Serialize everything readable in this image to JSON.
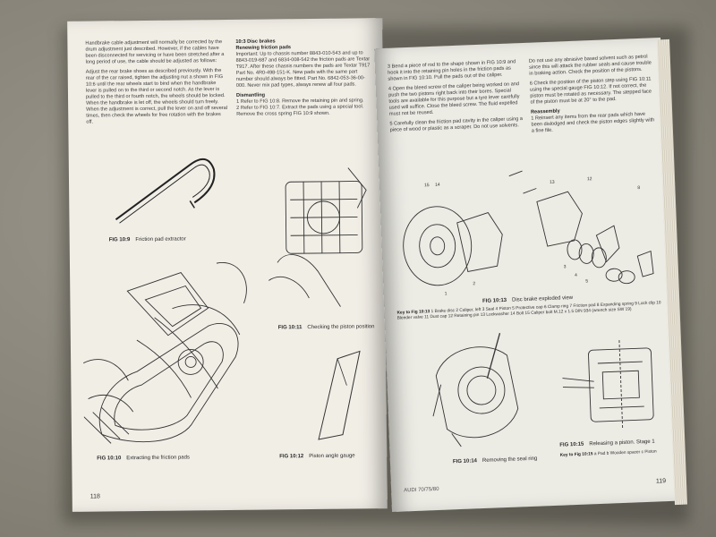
{
  "left_page": {
    "text_col1": [
      "Handbrake cable adjustment will normally be corrected by the drum adjustment just described. However, if the cables have been disconnected for servicing or have been stretched after a long period of use, the cable should be adjusted as follows:",
      "Adjust the rear brake shoes as described previously. With the rear of the car raised, tighten the adjusting nut a shown in FIG 10:6 until the rear wheels start to bind when the handbrake lever is pulled on to the third or second notch. As the lever is pulled to the third or fourth notch, the wheels should be locked. When the handbrake is let off, the wheels should turn freely. When the adjustment is correct, pull the lever on and off several times, then check the wheels for free rotation with the brakes off."
    ],
    "section_heading": "10:3 Disc brakes",
    "subheading1": "Renewing friction pads",
    "text_col2": "Important: Up to chassis number 8843-010-543 and up to 8843-019-687 and 6834-008-542 the friction pads are Textar T917. After these chassis numbers the pads are Textar T917 Part No. 4R0-498-151-K. New pads with the same part number should always be fitted. Part No. 6842-053-36-00-000. Never mix pad types, always renew all four pads.",
    "subheading2": "Dismantling",
    "steps": [
      "1 Refer to FIG 10:8. Remove the retaining pin and spring.",
      "2 Refer to FIG 10:7. Extract the pads using a special tool. Remove the cross spring FIG 10:9 shown."
    ],
    "fig_captions": {
      "fig9": {
        "num": "FIG 10:9",
        "text": "Friction pad extractor"
      },
      "fig10": {
        "num": "FIG 10:10",
        "text": "Extracting the friction pads"
      },
      "fig11": {
        "num": "FIG 10:11",
        "text": "Checking the piston position"
      },
      "fig12": {
        "num": "FIG 10:12",
        "text": "Piston angle gauge"
      }
    },
    "page_number": "118"
  },
  "right_page": {
    "text_col1": [
      "3 Bend a piece of rod to the shape shown in FIG 10:9 and hook it into the retaining pin holes in the friction pads as shown in FIG 10:10. Pull the pads out of the caliper.",
      "4 Open the bleed screw of the caliper being worked on and push the two pistons right back into their bores. Special tools are available for this purpose but a tyre lever carefully used will suffice. Close the bleed screw. The fluid expelled must not be reused.",
      "5 Carefully clean the friction pad cavity in the caliper using a piece of wood or plastic as a scraper. Do not use solvents."
    ],
    "text_col2": [
      "Do not use any abrasive based solvent such as petrol since this will attack the rubber seals and cause trouble in braking action. Check the position of the pistons.",
      "6 Check the position of the piston step using FIG 10:11 using the special gauge FIG 10:12. If not correct, the piston must be rotated as necessary. The stepped face of the piston must be at 20° to the pad."
    ],
    "reassembly_heading": "Reassembly",
    "reassembly_text": "1 Reinsert any items from the rear pads which have been dislodged and check the piston edges slightly with a fine file.",
    "fig13": {
      "num": "FIG 10:13",
      "text": "Disc brake exploded view"
    },
    "key13_title": "Key to Fig 10:13",
    "key13_text": "1 Brake disc   2 Caliper, left   3 Seal   4 Piston   5 Protective cap   6 Clamp ring   7 Friction pad   8 Expanding spring   9 Lock clip   10 Bleeder valve   11 Dust cap   12 Retaining pin   13 Lockwasher   14 Bolt   15 Caliper bolt M.12 x 1.5 DIN 934 (wrench size SW 19)",
    "fig14": {
      "num": "FIG 10:14",
      "text": "Removing the seal ring"
    },
    "fig15": {
      "num": "FIG 10:15",
      "text": "Releasing a piston. Stage 1"
    },
    "key15_title": "Key to Fig 10:15",
    "key15_text": "a Pad   b Wooden spacer   c Piston",
    "footer_title": "AUDI 70/75/80",
    "page_number": "119"
  }
}
